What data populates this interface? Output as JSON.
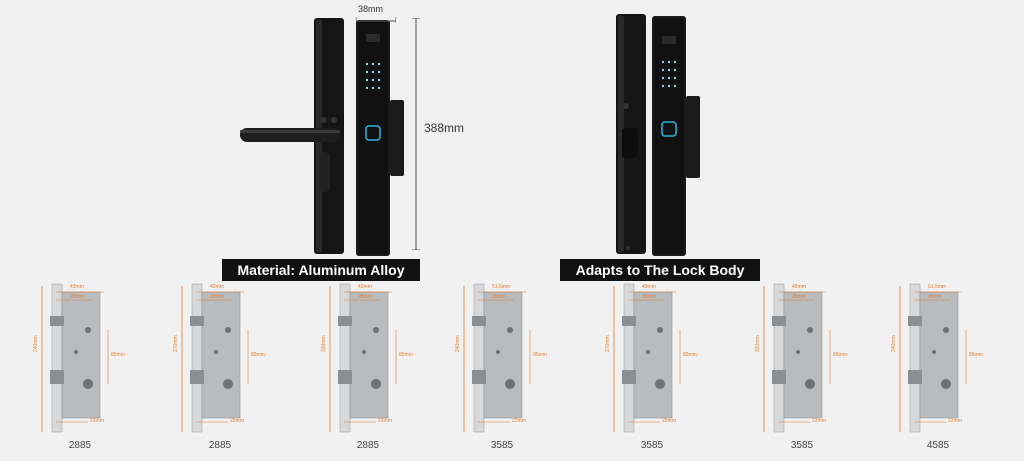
{
  "captions": {
    "left": "Material: Aluminum Alloy",
    "right": "Adapts to The Lock Body"
  },
  "dimensions": {
    "width": "38mm",
    "height": "388mm"
  },
  "lock_bodies": [
    {
      "model": "2885",
      "length": "240mm",
      "top_a": "43mm",
      "top_b": "20mm",
      "center": "85mm",
      "bottom": "22mm"
    },
    {
      "model": "2885",
      "length": "270mm",
      "top_a": "42mm",
      "top_b": "28mm",
      "center": "85mm",
      "bottom": "22mm"
    },
    {
      "model": "2885",
      "length": "330mm",
      "top_a": "42mm",
      "top_b": "28mm",
      "center": "85mm",
      "bottom": "22mm"
    },
    {
      "model": "3585",
      "length": "240mm",
      "top_a": "51.5mm",
      "top_b": "35mm",
      "center": "85mm",
      "bottom": "22mm"
    },
    {
      "model": "3585",
      "length": "270mm",
      "top_a": "49mm",
      "top_b": "35mm",
      "center": "85mm",
      "bottom": "22mm"
    },
    {
      "model": "3585",
      "length": "330mm",
      "top_a": "49mm",
      "top_b": "35mm",
      "center": "85mm",
      "bottom": "22mm"
    },
    {
      "model": "4585",
      "length": "240mm",
      "top_a": "61.5mm",
      "top_b": "45mm",
      "center": "85mm",
      "bottom": "22mm"
    }
  ],
  "colors": {
    "background": "#f1f1f1",
    "lock_black": "#1b1b1b",
    "accent_cyan": "#2bb8e0",
    "dimension_orange": "#e87a2a",
    "steel": "#b9bcbf"
  }
}
